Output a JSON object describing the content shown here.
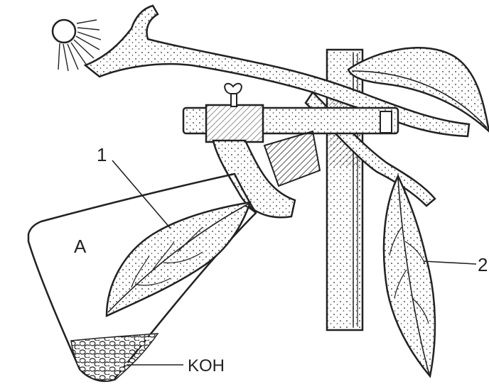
{
  "figure": {
    "labels": {
      "leaf_in_flask": "1",
      "leaf_outside": "2",
      "flask": "A",
      "absorbent": "KOH"
    }
  }
}
